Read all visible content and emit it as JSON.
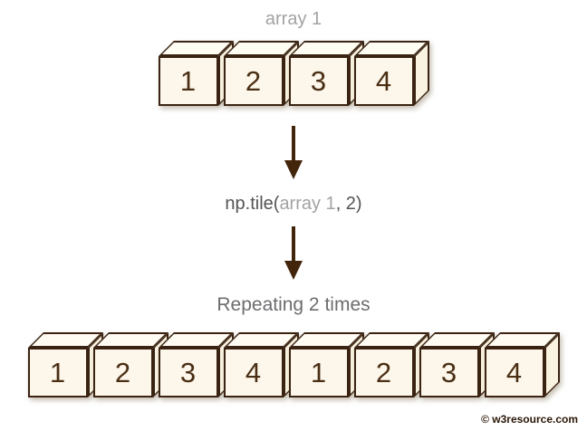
{
  "array1": {
    "label": "array 1",
    "values": [
      "1",
      "2",
      "3",
      "4"
    ]
  },
  "operation": {
    "prefix": "np.tile(",
    "argument": "array 1",
    "suffix": ", 2)"
  },
  "result": {
    "label": "Repeating 2 times",
    "values": [
      "1",
      "2",
      "3",
      "4",
      "1",
      "2",
      "3",
      "4"
    ]
  },
  "watermark": "© w3resource.com",
  "colors": {
    "box_front": "#fcf7ea",
    "box_top": "#fefcf3",
    "box_side": "#faf3e1",
    "box_border": "#3a2312",
    "number_text": "#4a2e14",
    "arrow": "#42250b",
    "label_light_gray": "#a2a3a5",
    "operation_dark_gray": "#545456",
    "result_label_gray": "#6c6d6f",
    "watermark_text": "#2b1606"
  }
}
